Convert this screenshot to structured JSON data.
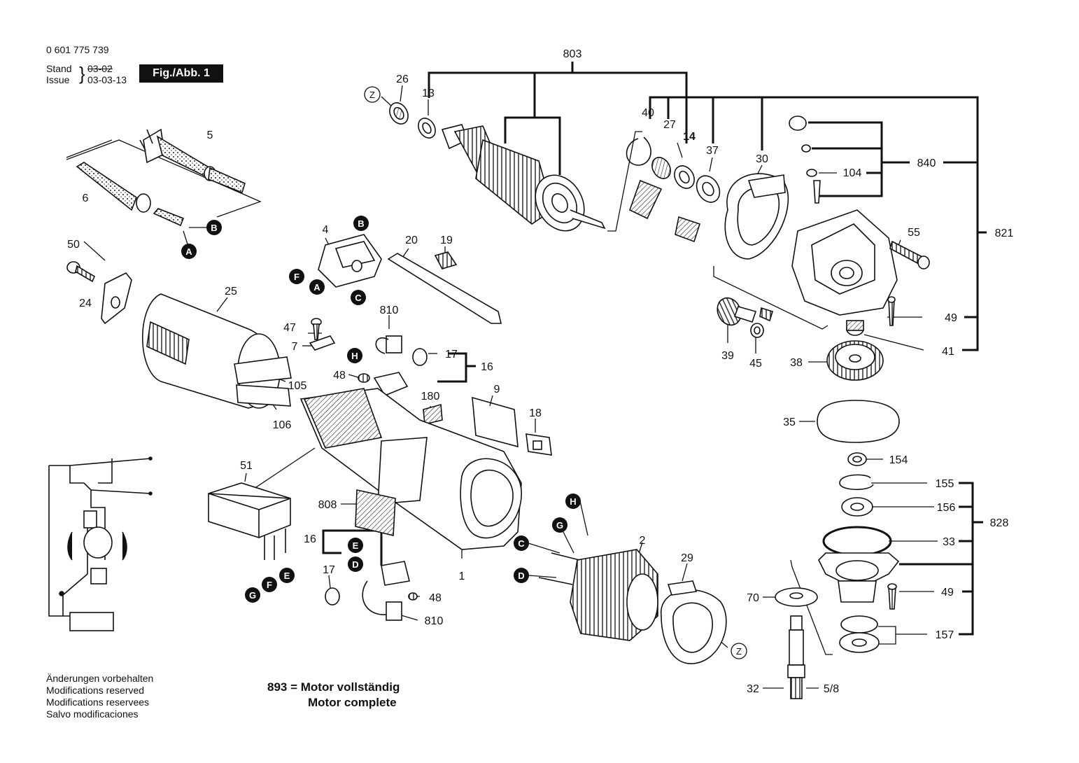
{
  "header": {
    "part_number": "0 601 775 739",
    "stand_label": "Stand",
    "issue_label": "Issue",
    "stand_date": "03-02",
    "issue_date": "03-03-13",
    "figure_badge": "Fig./Abb. 1"
  },
  "footer": {
    "notes": [
      "Änderungen vorbehalten",
      "Modifications reserved",
      "Modifications reservees",
      "Salvo modificaciones"
    ],
    "motor_line1": "893 = Motor vollständig",
    "motor_line2": "Motor complete"
  },
  "labels": {
    "p803": "803",
    "p26": "26",
    "p13": "13",
    "z_top": "Z",
    "p5": "5",
    "p6": "6",
    "pB_plug": "B",
    "pA_plug": "A",
    "p40": "40",
    "p27": "27",
    "p14": "14",
    "p37": "37",
    "p30": "30",
    "p840": "840",
    "p104": "104",
    "p821": "821",
    "p55": "55",
    "p49a": "49",
    "p41": "41",
    "p39": "39",
    "p45": "45",
    "p38": "38",
    "p35": "35",
    "p154": "154",
    "p155": "155",
    "p156": "156",
    "p828": "828",
    "p33": "33",
    "p49b": "49",
    "p157": "157",
    "p70": "70",
    "p32": "32",
    "thread": "5/8",
    "p50": "50",
    "p24": "24",
    "p25": "25",
    "p4": "4",
    "pB_sw": "B",
    "pF_sw": "F",
    "pA_sw": "A",
    "pC_sw": "C",
    "p20": "20",
    "p19": "19",
    "p47": "47",
    "p7": "7",
    "p810a": "810",
    "pH_a": "H",
    "p17a": "17",
    "p16a": "16",
    "p48a": "48",
    "p105": "105",
    "p106": "106",
    "p180": "180",
    "p9": "9",
    "p18": "18",
    "p51": "51",
    "p808": "808",
    "p1": "1",
    "p16b": "16",
    "p17b": "17",
    "pE_b": "E",
    "pD_b": "D",
    "p48b": "48",
    "p810b": "810",
    "pG_w": "G",
    "pF_w": "F",
    "pE_w": "E",
    "pH_s": "H",
    "pG_s": "G",
    "pC_s": "C",
    "pD_s": "D",
    "p2": "2",
    "p29": "29",
    "z_bottom": "Z"
  }
}
